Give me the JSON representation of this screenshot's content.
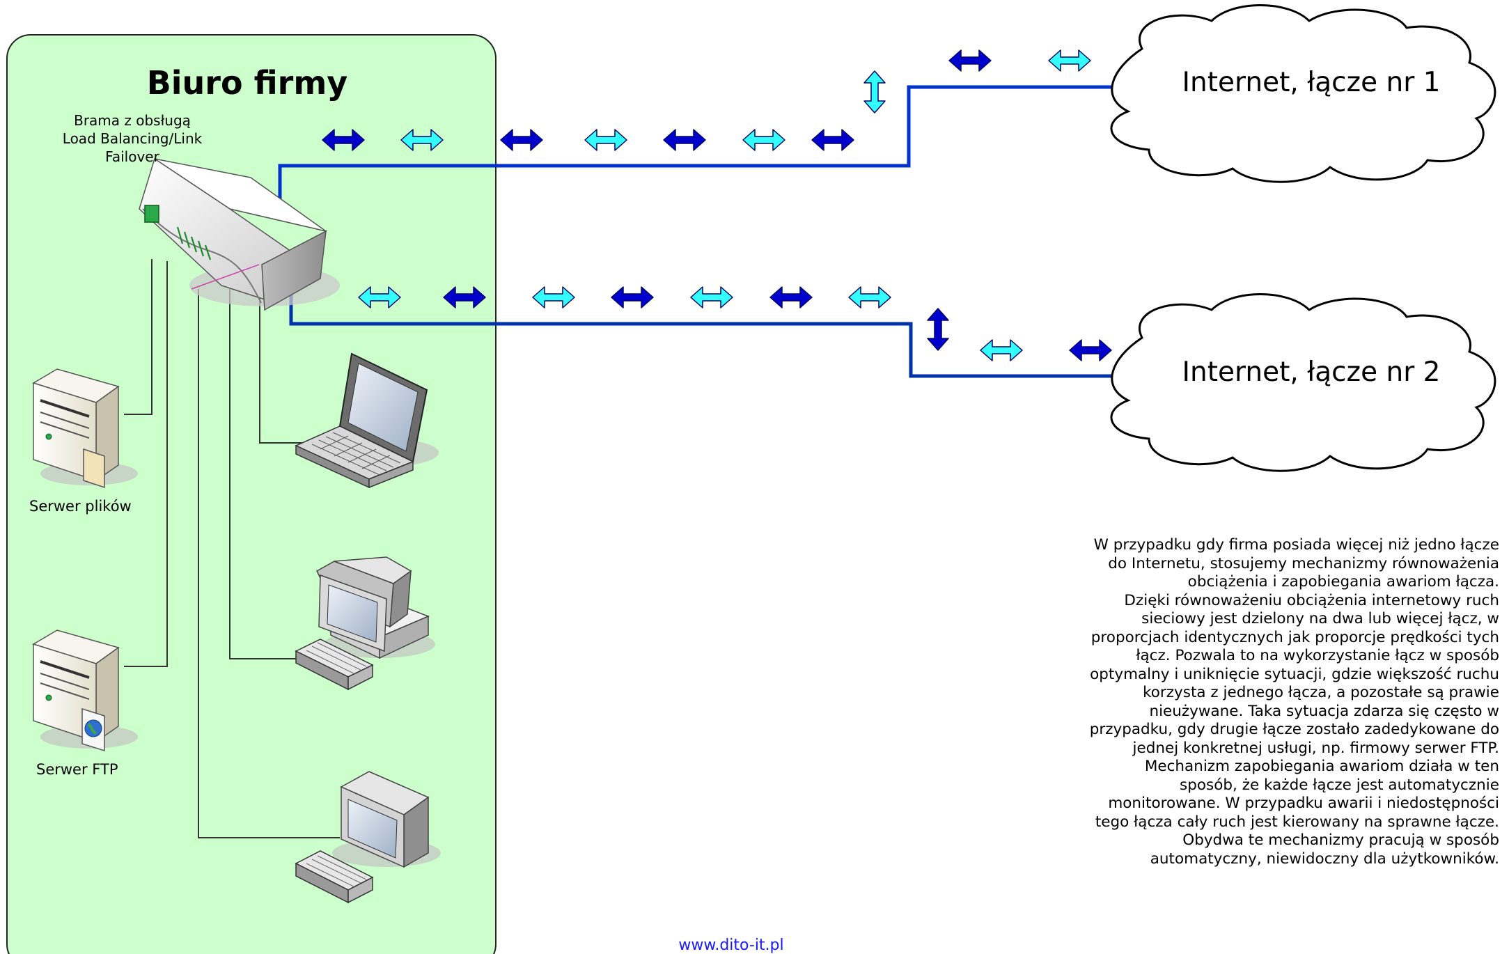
{
  "office": {
    "title": "Biuro firmy"
  },
  "gateway": {
    "label_lines": [
      "Brama z obsługą",
      "Load Balancing/Link",
      "Failover"
    ]
  },
  "devices": {
    "file_server": "Serwer plików",
    "ftp_server": "Serwer FTP"
  },
  "clouds": {
    "link1": "Internet, łącze nr 1",
    "link2": "Internet, łącze nr 2"
  },
  "description": "W przypadku gdy firma posiada więcej niż jedno łącze do Internetu, stosujemy mechanizmy równoważenia obciążenia i zapobiegania awariom łącza. Dzięki równoważeniu obciążenia internetowy ruch sieciowy jest dzielony na dwa lub więcej łącz, w proporcjach identycznych jak proporcje prędkości tych łącz. Pozwala to na wykorzystanie łącz w sposób optymalny i uniknięcie sytuacji, gdzie większość ruchu korzysta z jednego łącza, a pozostałe są prawie nieużywane. Taka sytuacja zdarza się często w przypadku, gdy drugie łącze zostało zadedykowane do jednej konkretnej usługi, np. firmowy serwer FTP. Mechanizm zapobiegania awariom działa w ten sposób, że każde łącze jest automatycznie monitorowane. W przypadku awarii i niedostępności tego łącza cały ruch jest kierowany na sprawne łącze. Obydwa te mechanizmy pracują w sposób automatyczny, niewidoczny dla użytkowników.",
  "description_lines": [
    "W przypadku gdy firma posiada więcej niż jedno  łącze",
    "do Internetu, stosujemy mechanizmy równoważenia",
    "obciążenia i zapobiegania awariom łącza.",
    "Dzięki równoważeniu obciążenia internetowy ruch",
    "sieciowy jest dzielony na dwa lub więcej łącz, w",
    "proporcjach identycznych jak proporcje prędkości tych",
    "łącz. Pozwala to na wykorzystanie łącz w sposób",
    "optymalny i uniknięcie sytuacji, gdzie większość ruchu",
    "korzysta z jednego łącza, a pozostałe są prawie",
    "nieużywane. Taka sytuacja zdarza się często w",
    "przypadku, gdy drugie łącze zostało zadedykowane do",
    "jednej konkretnej usługi, np. firmowy serwer FTP.",
    "Mechanizm zapobiegania awariom działa w ten",
    "sposób, że każde łącze jest automatycznie",
    "monitorowane. W przypadku awarii i niedostępności",
    "tego łącza cały ruch jest kierowany na sprawne łącze.",
    "Obydwa te mechanizmy pracują w sposób",
    "automatyczny, niewidoczny dla użytkowników."
  ],
  "footer": {
    "link": "www.dito-it.pl"
  },
  "colors": {
    "office_fill": "#ccffcc",
    "link_line": "#0033cc",
    "arrow_dark": "#0000cc",
    "arrow_light": "#33ffff",
    "footer_link": "#1a1aff"
  },
  "icons": [
    "gateway-router-icon",
    "file-server-icon",
    "ftp-server-icon",
    "laptop-icon",
    "desktop-computer-icon",
    "crt-monitor-icon",
    "cloud-icon",
    "double-arrow-icon"
  ]
}
